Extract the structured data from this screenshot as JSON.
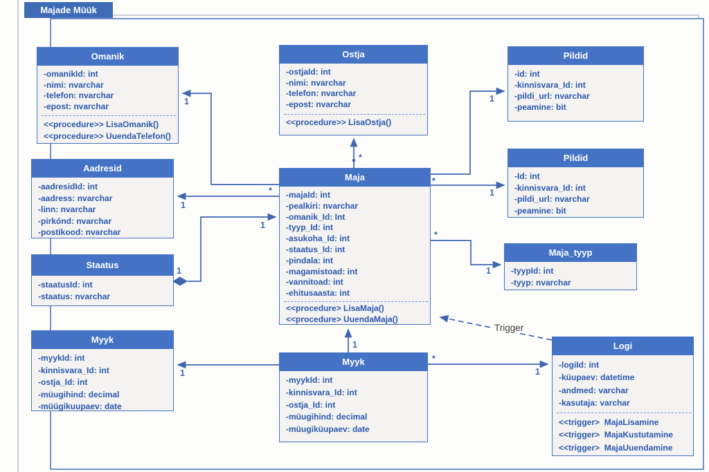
{
  "tab": {
    "title": "Majade Müük"
  },
  "colors": {
    "header": "#4472c4",
    "body_fill": "#f4f3f1",
    "border": "#4472c4",
    "text": "#2a58ad",
    "connector": "#3e66b0",
    "trigger_text": "#3b3b3b"
  },
  "entities": {
    "omanik": {
      "title": "Omanik",
      "attributes": [
        "-omanikId: int",
        "-nimi: nvarchar",
        "-telefon: nvarchar",
        "-epost: nvarchar"
      ],
      "operations": [
        "<<procedure>> LisaOmanik()",
        "<<procedure>> UuendaTelefon()"
      ]
    },
    "ostja": {
      "title": "Ostja",
      "attributes": [
        "-ostjaId: int",
        "-nimi: nvarchar",
        "-telefon: nvarchar",
        "-epost: nvarchar"
      ],
      "operations": [
        "<<procedure>> LisaOstja()"
      ]
    },
    "pildid_top": {
      "title": "Pildid",
      "attributes": [
        "-id: int",
        "-kinnisvara_Id: int",
        "-pildi_url: nvarchar",
        "-peamine: bit"
      ]
    },
    "aadresid": {
      "title": "Aadresid",
      "attributes": [
        "-aadresidId: int",
        "-aadress: nvarchar",
        "-linn: nvarchar",
        "-pirkónd: nvarchar",
        "-postikood: nvarchar"
      ]
    },
    "pildid_mid": {
      "title": "Pildid",
      "attributes": [
        "-Id: int",
        "-kinnisvara_Id: int",
        "-pildi_url: nvarchar",
        "-peamine: bit"
      ]
    },
    "maja": {
      "title": "Maja",
      "attributes": [
        "-majaId: int",
        "-pealkiri: nvarchar",
        "-omanik_Id: Int",
        "-tyyp_Id: int",
        "-asukoha_Id: int",
        "-staatus_Id: int",
        "-pindala: int",
        "-magamistoad: int",
        "-vannitoad: int",
        "-ehitusaasta: int"
      ],
      "operations": [
        "<<procedure> LisaMaja()",
        "<<procedure> UuendaMaja()"
      ]
    },
    "staatus": {
      "title": "Staatus",
      "attributes": [
        "-staatusId: int",
        "-staatus: nvarchar"
      ]
    },
    "maja_tyyp": {
      "title": "Maja_tyyp",
      "attributes": [
        "-tyypId: int",
        "-tyyp: nvarchar"
      ]
    },
    "myyk_left": {
      "title": "Myyk",
      "attributes": [
        "-myykId: int",
        "-kinnisvara_Id: int",
        "-ostja_Id: int",
        "-müugihind: decimal",
        "-müügikuupaev: date"
      ]
    },
    "myyk_center": {
      "title": "Myyk",
      "attributes": [
        "-myykId: int",
        "-kinnisvara_Id: int",
        "-ostja_Id: int",
        "-müugihind: decimal",
        "-müugiküupaev: date"
      ]
    },
    "logi": {
      "title": "Logi",
      "attributes": [
        "-logiId: int",
        "-küupaev: datetime",
        "-andmed: varchar",
        "-kasutaja: varchar"
      ],
      "operations": [
        "<<trigger>  MajaLisamine",
        "<<trigger>  MajaKustutamine",
        "<<trigger>  MajaUuendamine"
      ]
    }
  },
  "multiplicities": [
    "1",
    "*",
    "1",
    "1",
    "1",
    "*",
    "1",
    "*",
    "1",
    "*",
    "1",
    "1",
    "1",
    "*",
    "1"
  ],
  "labels": {
    "trigger": "Trigger"
  }
}
